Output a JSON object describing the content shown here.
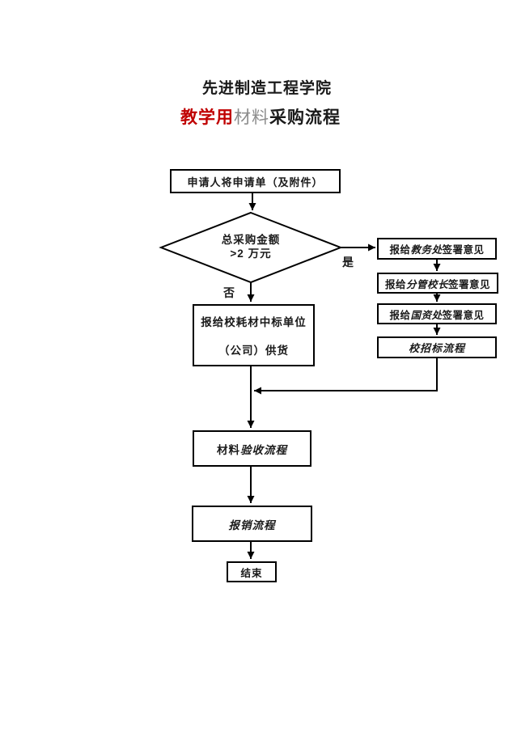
{
  "titles": {
    "line1": "先进制造工程学院",
    "line2_red": "教学用",
    "line2_gray": "材料",
    "line2_black": "采购流程"
  },
  "nodes": {
    "start": "申请人将申请单（及附件）",
    "decision_line1": "总采购金额",
    "decision_line2": ">2 万元",
    "branch_no": "否",
    "branch_yes": "是",
    "report_prefix": "报给",
    "sign_suffix": "签署意见",
    "dept_academic_affairs": "教务处",
    "dept_vice_president": "分管校长",
    "dept_state_assets": "国资处",
    "school_bidding": "校招标流程",
    "supply_line1": "报给校耗材中标单位",
    "supply_line2": "（公司）供货",
    "acceptance_normal": "材料",
    "acceptance_italic": "验收流程",
    "reimburse": "报销流程",
    "end": "结束"
  },
  "colors": {
    "title_red": "#c00000",
    "title_gray": "#8c8c8c",
    "line_color": "#000000"
  }
}
